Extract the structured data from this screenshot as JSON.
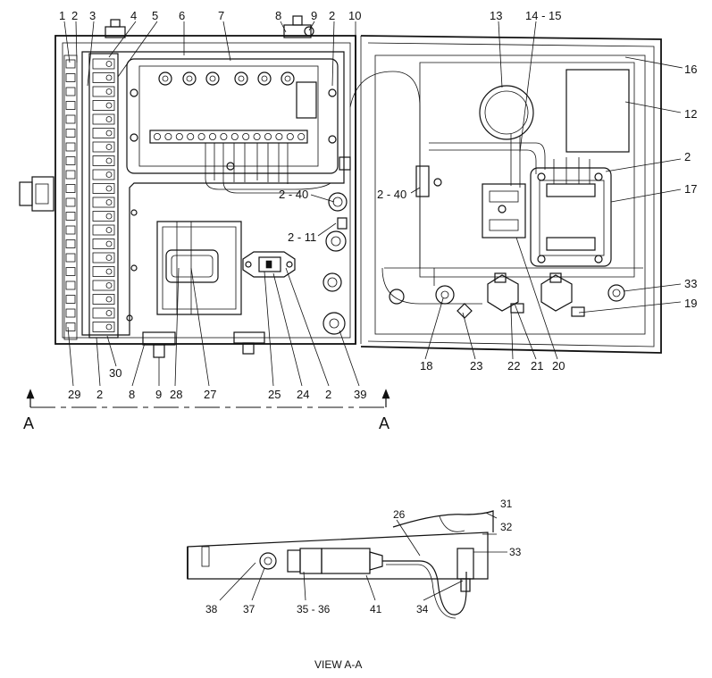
{
  "callouts_top": [
    "1",
    "2",
    "3",
    "4",
    "5",
    "6",
    "7",
    "8",
    "9",
    "2",
    "10",
    "13",
    "14 - 15",
    "16",
    "12",
    "2",
    "17",
    "33",
    "19"
  ],
  "callouts_side": [
    "2 - 40",
    "2 - 40",
    "2 - 11"
  ],
  "callouts_bottom": [
    "29",
    "2",
    "30",
    "8",
    "9",
    "28",
    "27",
    "25",
    "24",
    "2",
    "39",
    "18",
    "23",
    "22",
    "21",
    "20"
  ],
  "section_mark": "A",
  "view_callouts": [
    "31",
    "32",
    "26",
    "33",
    "38",
    "37",
    "35 - 36",
    "41",
    "34"
  ],
  "view_caption": "VIEW  A-A"
}
